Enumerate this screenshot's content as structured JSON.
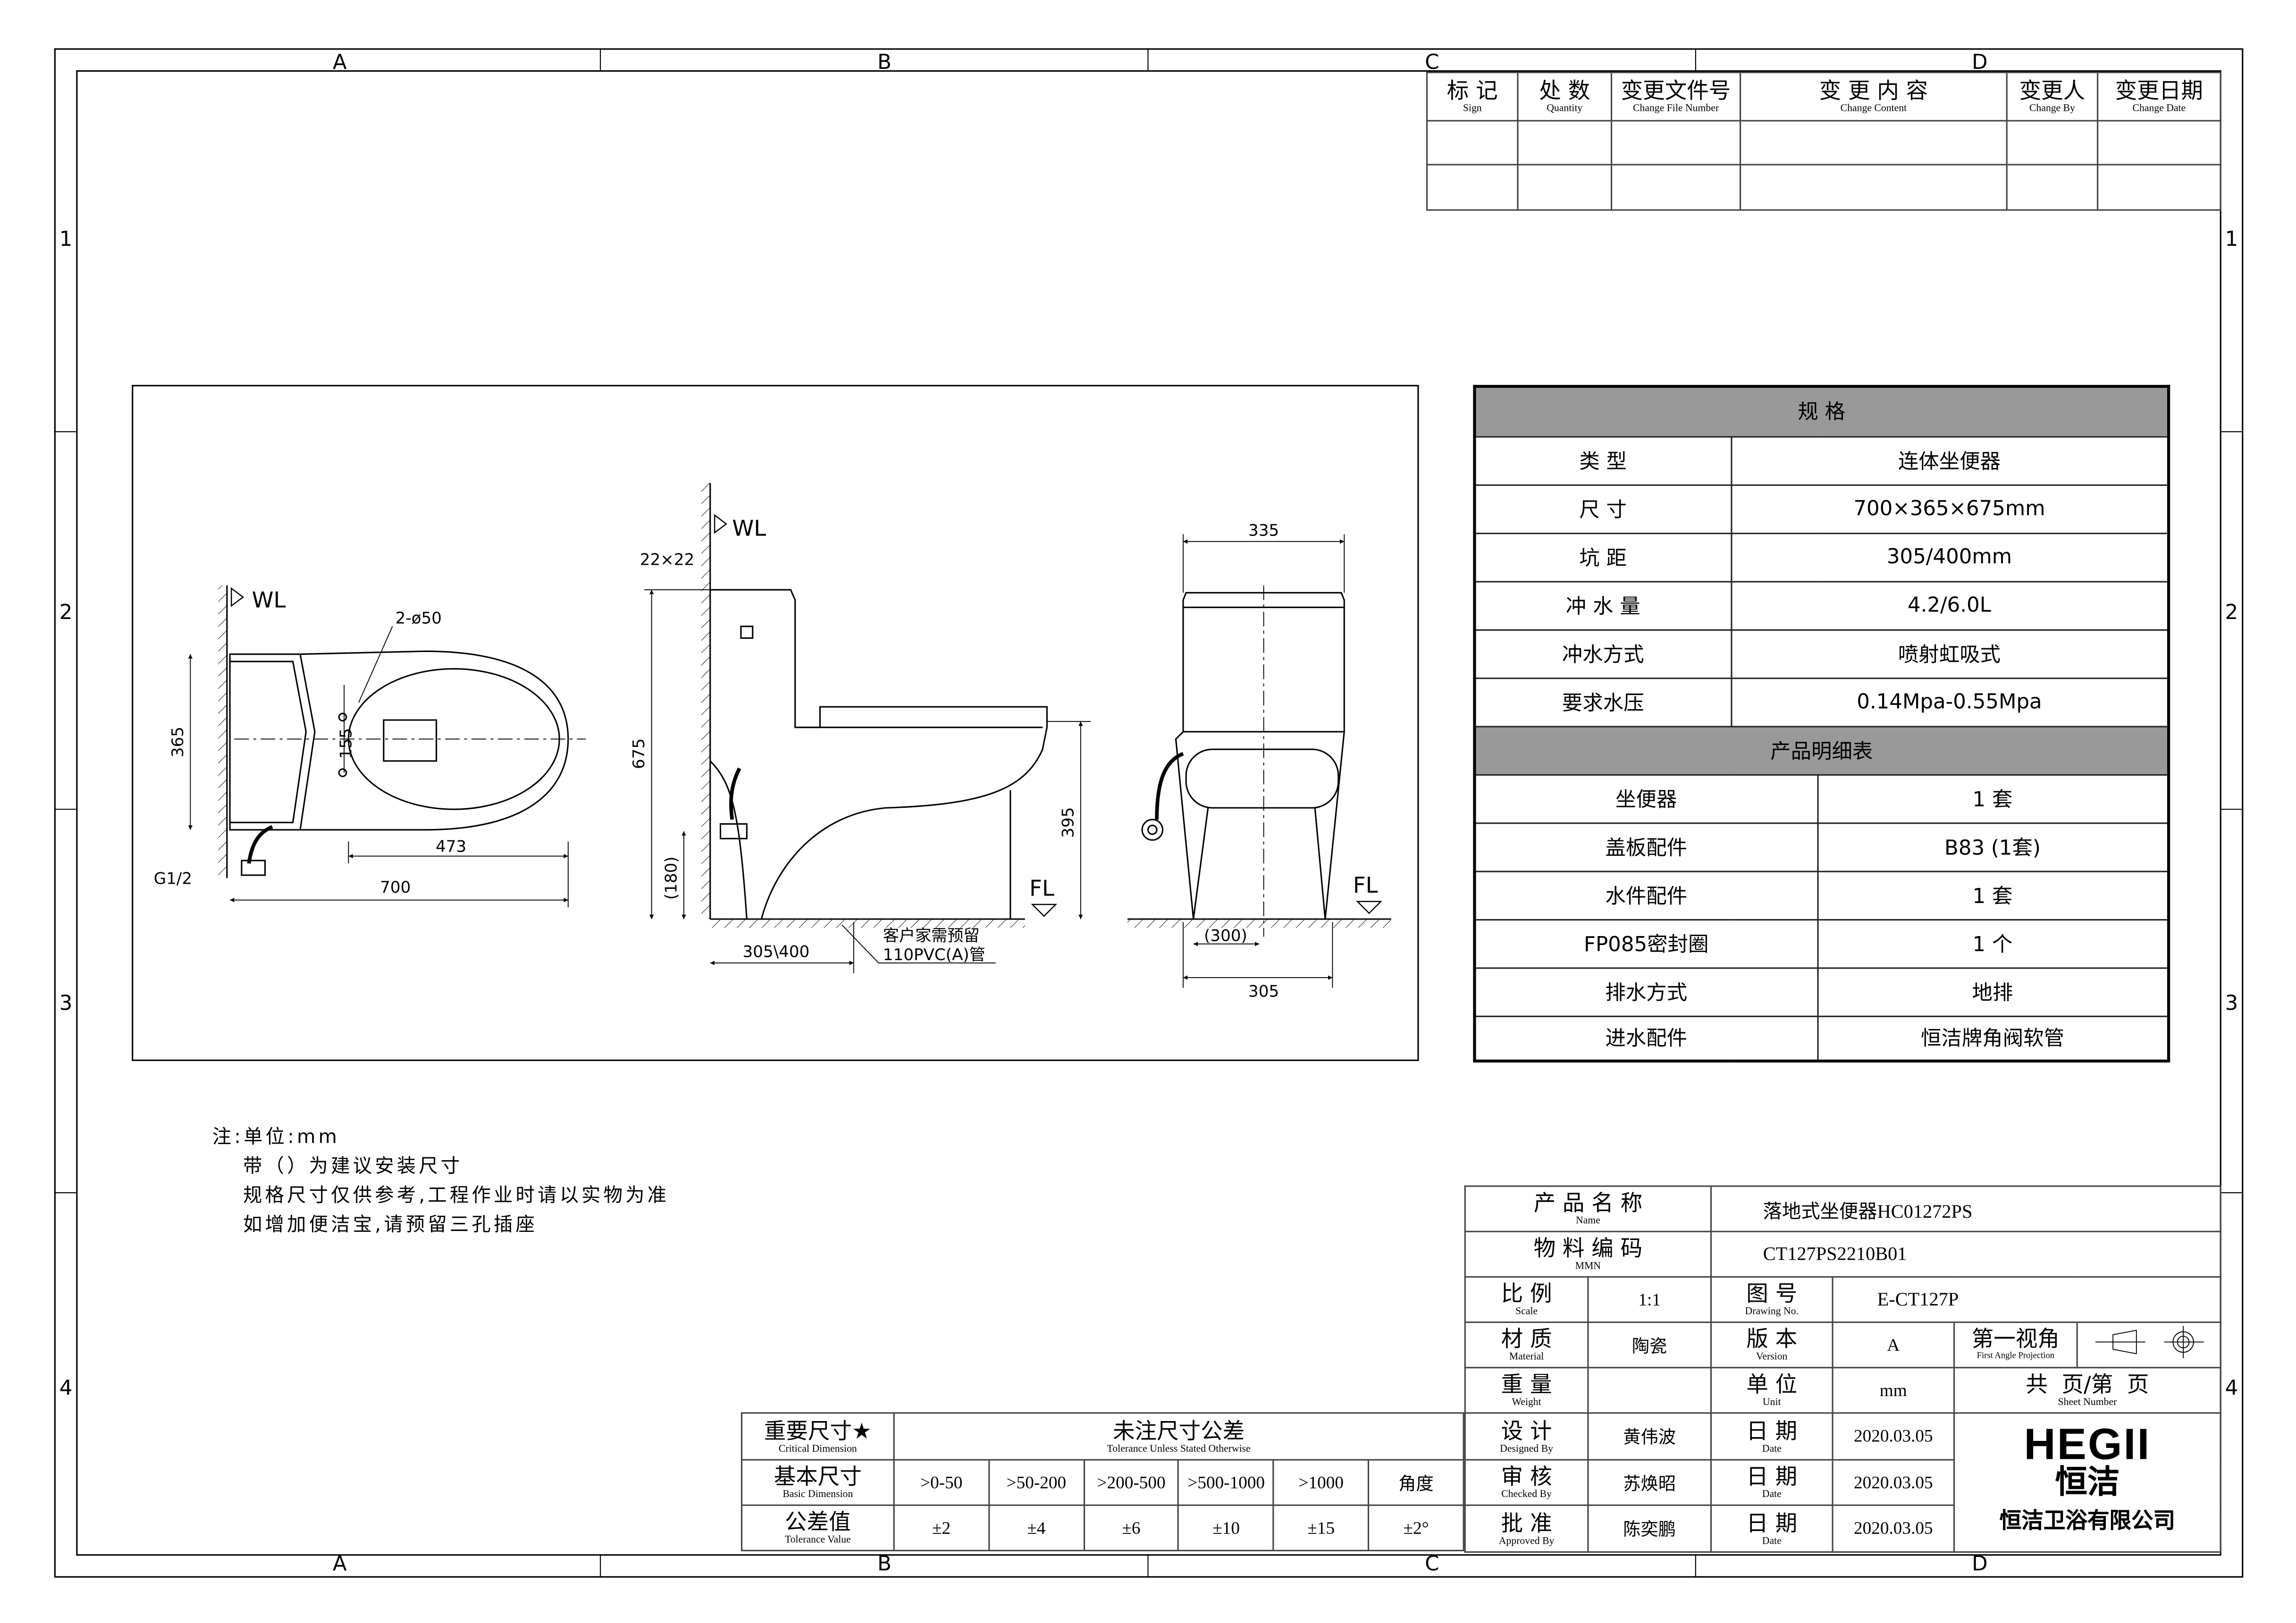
{
  "border": {
    "columns": [
      "A",
      "B",
      "C",
      "D"
    ],
    "rows": [
      "1",
      "2",
      "3",
      "4"
    ]
  },
  "revision_table": {
    "headers": [
      {
        "cn": "标 记",
        "en": "Sign"
      },
      {
        "cn": "处 数",
        "en": "Quantity"
      },
      {
        "cn": "变更文件号",
        "en": "Change File Number"
      },
      {
        "cn": "变 更 内 容",
        "en": "Change Content"
      },
      {
        "cn": "变更人",
        "en": "Change By"
      },
      {
        "cn": "变更日期",
        "en": "Change Date"
      }
    ]
  },
  "drawing": {
    "top_view": {
      "wl": "WL",
      "holes": "2-ø50",
      "width_dim": "365",
      "hole_spacing": "155",
      "bowl_dim": "473",
      "length_dim": "700",
      "inlet": "G1/2"
    },
    "side_view": {
      "wl": "WL",
      "square": "22×22",
      "height_dim": "675",
      "inlet_height": "(180)",
      "seat_height": "395",
      "fl": "FL",
      "rough_in": "305\\400",
      "note_line1": "客户家需预留",
      "note_line2": "110PVC(A)管"
    },
    "front_view": {
      "width_dim": "335",
      "fl": "FL",
      "inner_dim": "(300)",
      "base_dim": "305"
    }
  },
  "specs": {
    "title": "规 格",
    "rows": [
      {
        "label": "类 型",
        "value": "连体坐便器"
      },
      {
        "label": "尺 寸",
        "value": "700×365×675mm"
      },
      {
        "label": "坑 距",
        "value": "305/400mm"
      },
      {
        "label": "冲 水 量",
        "value": "4.2/6.0L"
      },
      {
        "label": "冲水方式",
        "value": "喷射虹吸式"
      },
      {
        "label": "要求水压",
        "value": "0.14Mpa-0.55Mpa"
      }
    ],
    "parts_title": "产品明细表",
    "parts": [
      {
        "label": "坐便器",
        "value": "1 套"
      },
      {
        "label": "盖板配件",
        "value": "B83 (1套)"
      },
      {
        "label": "水件配件",
        "value": "1 套"
      },
      {
        "label": "FP085密封圈",
        "value": "1 个"
      },
      {
        "label": "排水方式",
        "value": "地排"
      },
      {
        "label": "进水配件",
        "value": "恒洁牌角阀软管"
      }
    ]
  },
  "notes": [
    "注:单位:mm",
    "带（）为建议安装尺寸",
    "规格尺寸仅供参考,工程作业时请以实物为准",
    "如增加便洁宝,请预留三孔插座"
  ],
  "tolerance": {
    "critical_cn": "重要尺寸★",
    "critical_en": "Critical Dimension",
    "title_cn": "未注尺寸公差",
    "title_en": "Tolerance Unless Stated Otherwise",
    "basic_cn": "基本尺寸",
    "basic_en": "Basic Dimension",
    "value_cn": "公差值",
    "value_en": "Tolerance Value",
    "ranges": [
      ">0-50",
      ">50-200",
      ">200-500",
      ">500-1000",
      ">1000",
      "角度"
    ],
    "values": [
      "±2",
      "±4",
      "±6",
      "±10",
      "±15",
      "±2°"
    ]
  },
  "title_block": {
    "name_cn": "产 品 名 称",
    "name_en": "Name",
    "name_value": "落地式坐便器HC01272PS",
    "mmn_cn": "物 料 编 码",
    "mmn_en": "MMN",
    "mmn_value": "CT127PS2210B01",
    "scale_cn": "比 例",
    "scale_en": "Scale",
    "scale_value": "1:1",
    "drawing_no_cn": "图 号",
    "drawing_no_en": "Drawing No.",
    "drawing_no_value": "E-CT127P",
    "material_cn": "材 质",
    "material_en": "Material",
    "material_value": "陶瓷",
    "version_cn": "版 本",
    "version_en": "Version",
    "version_value": "A",
    "projection_cn": "第一视角",
    "projection_en": "First Angle Projection",
    "weight_cn": "重 量",
    "weight_en": "Weight",
    "unit_cn": "单 位",
    "unit_en": "Unit",
    "unit_value": "mm",
    "sheet_cn": "共  页/第  页",
    "sheet_en": "Sheet Number",
    "designed_cn": "设 计",
    "designed_en": "Designed By",
    "designed_value": "黄伟波",
    "checked_cn": "审 核",
    "checked_en": "Checked By",
    "checked_value": "苏焕昭",
    "approved_cn": "批 准",
    "approved_en": "Approved By",
    "approved_value": "陈奕鹏",
    "date_cn": "日 期",
    "date_en": "Date",
    "dates": [
      "2020.03.05",
      "2020.03.05",
      "2020.03.05"
    ],
    "logo_en": "HEGII",
    "logo_cn": "恒洁",
    "company": "恒洁卫浴有限公司"
  }
}
